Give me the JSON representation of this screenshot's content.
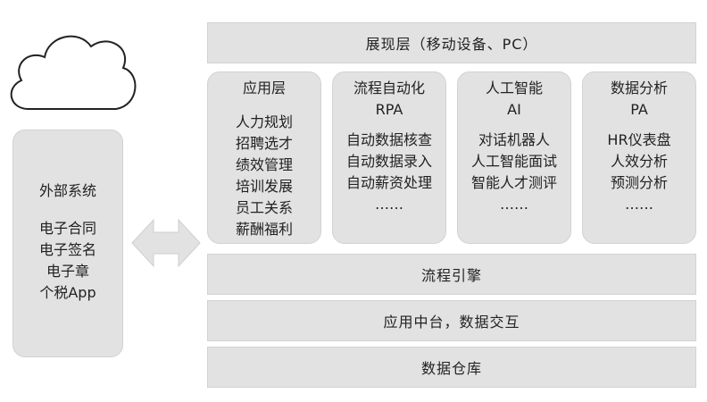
{
  "presentation_layer": "展现层（移动设备、PC）",
  "modules": [
    {
      "title": "应用层",
      "subtitle": "",
      "items": [
        "人力规划",
        "招聘选才",
        "绩效管理",
        "培训发展",
        "员工关系",
        "薪酬福利"
      ]
    },
    {
      "title": "流程自动化",
      "subtitle": "RPA",
      "items": [
        "自动数据核查",
        "自动数据录入",
        "自动薪资处理",
        "……"
      ]
    },
    {
      "title": "人工智能",
      "subtitle": "AI",
      "items": [
        "对话机器人",
        "人工智能面试",
        "智能人才测评",
        "……"
      ]
    },
    {
      "title": "数据分析",
      "subtitle": "PA",
      "items": [
        "HR仪表盘",
        "人效分析",
        "预测分析",
        "……"
      ]
    }
  ],
  "layers": [
    "流程引擎",
    "应用中台，数据交互",
    "数据仓库"
  ],
  "external": {
    "title": "外部系统",
    "items": [
      "电子合同",
      "电子签名",
      "电子章",
      "个税App"
    ]
  },
  "icons": {
    "cloud": "cloud-icon",
    "arrow": "double-arrow-icon"
  },
  "colors": {
    "box_fill": "#e2e2e2",
    "box_border": "#d2d2d2"
  }
}
